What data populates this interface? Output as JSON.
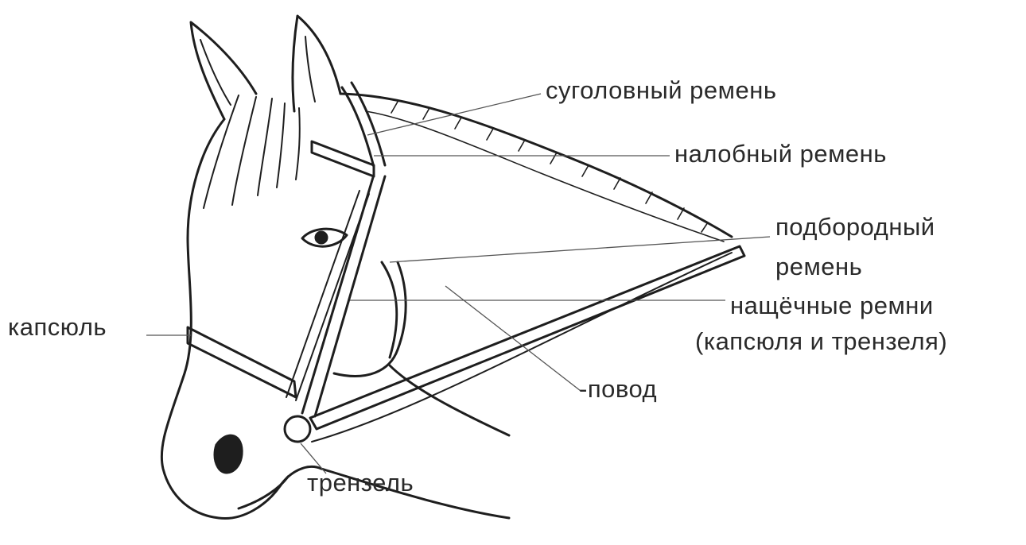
{
  "labels": {
    "headstall": "суголовный ремень",
    "browband": "налобный ремень",
    "throatlatch_line1": "подбородный",
    "throatlatch_line2": "ремень",
    "cheekpieces_line1": "нащёчные ремни",
    "cheekpieces_line2": "(капсюля и трензеля)",
    "rein": "-повод",
    "noseband": "капсюль",
    "bit": "трензель"
  },
  "colors": {
    "background": "#ffffff",
    "ink": "#2a2a2a",
    "leader": "#555555"
  }
}
